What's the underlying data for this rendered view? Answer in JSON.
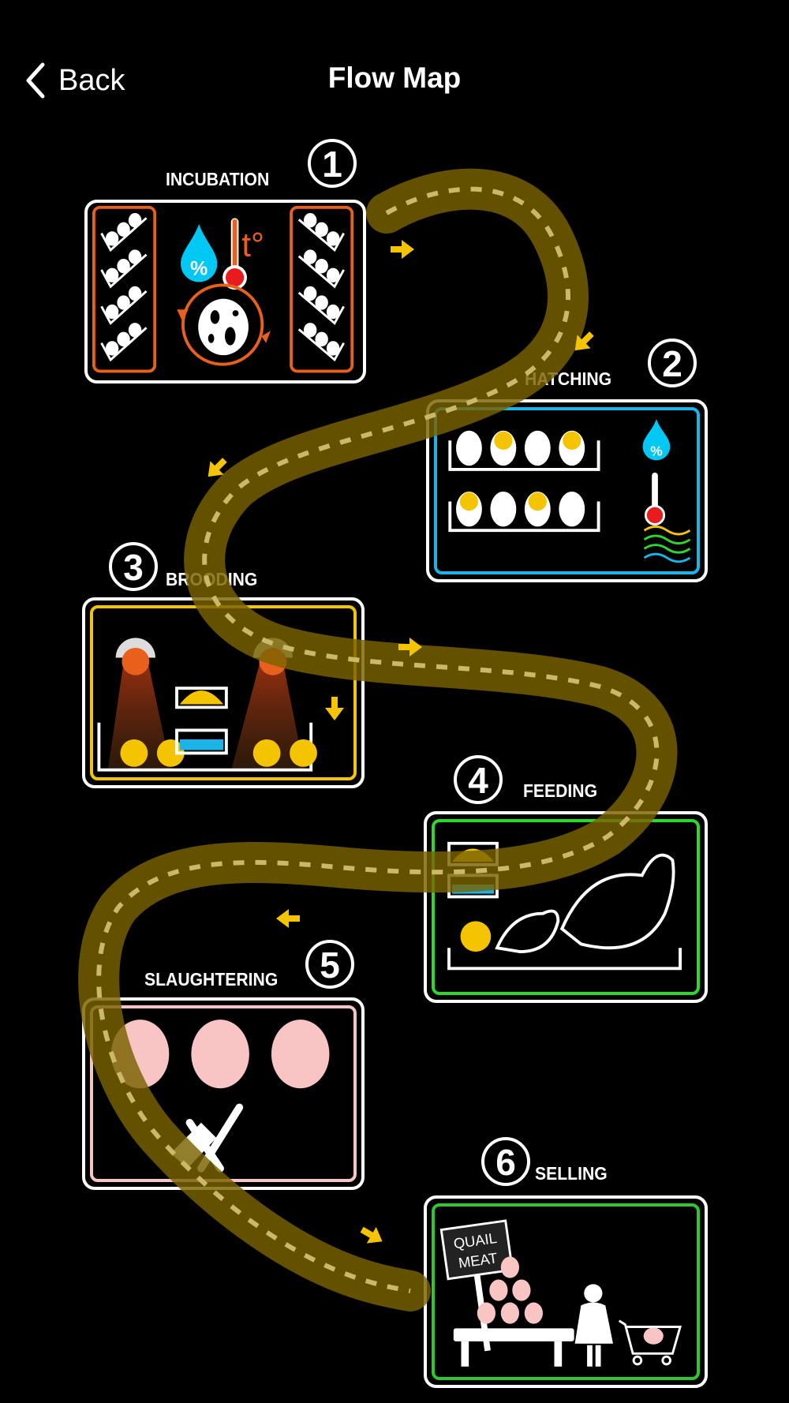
{
  "header": {
    "back_label": "Back",
    "title": "Flow Map"
  },
  "steps": [
    {
      "number": "1",
      "label": "INCUBATION",
      "accent": "#e8601c"
    },
    {
      "number": "2",
      "label": "HATCHING",
      "accent": "#1ab4e8"
    },
    {
      "number": "3",
      "label": "BROODING",
      "accent": "#f5c400"
    },
    {
      "number": "4",
      "label": "FEEDING",
      "accent": "#2ed62e"
    },
    {
      "number": "5",
      "label": "SLAUGHTERING",
      "accent": "#f5c4c4"
    },
    {
      "number": "6",
      "label": "SELLING",
      "accent": "#2ec82e"
    }
  ],
  "icons": {
    "humidity": "%",
    "temperature": "t°",
    "sign_line1": "QUAIL",
    "sign_line2": "MEAT"
  },
  "colors": {
    "road": "#7a6300",
    "road_dash": "#cbb86a",
    "arrow": "#f5c400",
    "chicken": "#f8c4c4"
  }
}
